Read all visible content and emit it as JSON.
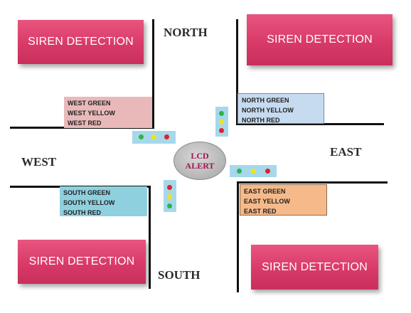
{
  "siren_label": "SIREN DETECTION",
  "directions": {
    "north": "NORTH",
    "south": "SOUTH",
    "east": "EAST",
    "west": "WEST"
  },
  "lcd": {
    "line1": "LCD",
    "line2": "ALERT"
  },
  "signals": {
    "west": {
      "green": "WEST GREEN",
      "yellow": "WEST YELLOW",
      "red": "WEST RED"
    },
    "north": {
      "green": "NORTH GREEN",
      "yellow": "NORTH YELLOW",
      "red": "NORTH RED"
    },
    "south": {
      "green": "SOUTH GREEN",
      "yellow": "SOUTH YELLOW",
      "red": "SOUTH RED"
    },
    "east": {
      "green": "EAST GREEN",
      "yellow": "EAST YELLOW",
      "red": "EAST RED"
    }
  },
  "colors": {
    "siren": "#d93a68",
    "west_box": "#e9b9b9",
    "north_box": "#c6dbef",
    "south_box": "#8fd0de",
    "east_box": "#f5b98a",
    "light_housing": "#a6d8ea",
    "lamp_green": "#2db34a",
    "lamp_yellow": "#f2e21a",
    "lamp_red": "#e0202a",
    "lcd_text": "#a01450"
  }
}
